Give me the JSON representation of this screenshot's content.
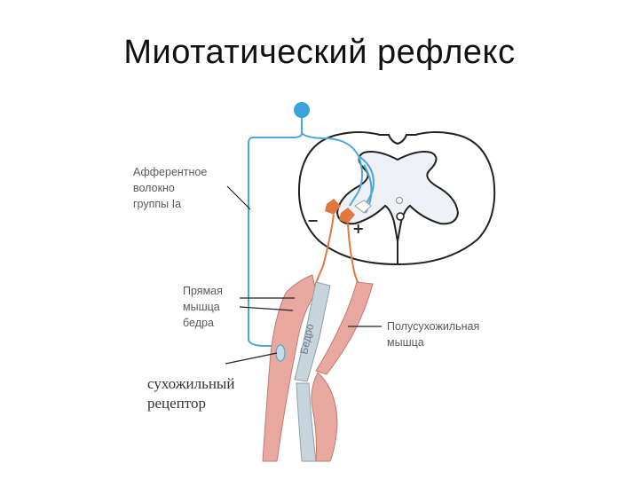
{
  "title": "Миотатический рефлекс",
  "labels": {
    "afferent_line1": "Афферентное",
    "afferent_line2": "волокно",
    "afferent_line3": "группы Ia",
    "rectus_line1": "Прямая",
    "rectus_line2": "мышца",
    "rectus_line3": "бедра",
    "semitendinosus_line1": "Полусухожильная",
    "semitendinosus_line2": "мышца",
    "receptor_line1": "сухожильный",
    "receptor_line2": "рецептор",
    "bone": "Бедро",
    "minus": "−",
    "plus": "+"
  },
  "colors": {
    "nerve": "#4aa8d8",
    "ganglion": "#3aa3dc",
    "motor_neuron": "#e07840",
    "muscle": "#e8a8a0",
    "bone": "#c8d4dc",
    "outline": "#222222"
  }
}
